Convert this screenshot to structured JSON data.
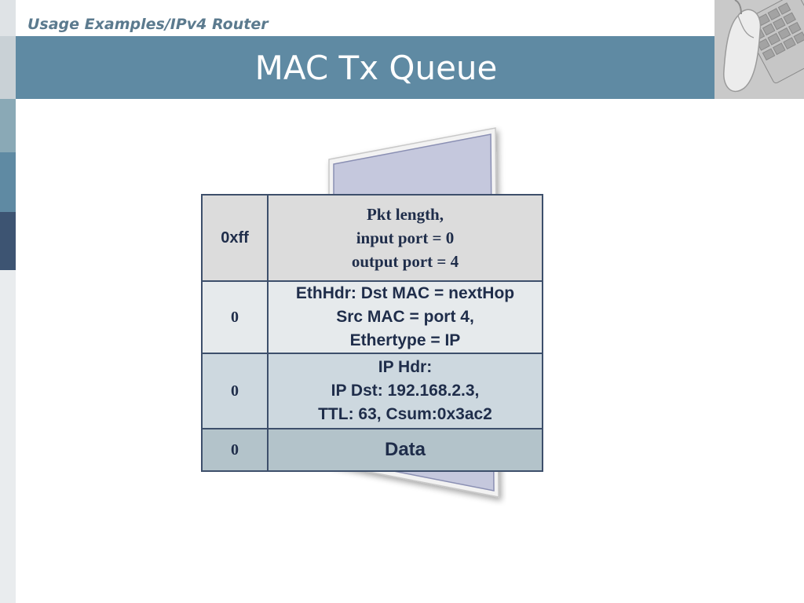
{
  "slide": {
    "breadcrumb": "Usage Examples/IPv4 Router",
    "title": "MAC Tx Queue"
  },
  "sidebar_colors": [
    "#dfe3e6",
    "#c9d1d6",
    "#8aa9b6",
    "#5f8aa3",
    "#3d5472",
    "#e9ecee"
  ],
  "accent_color": "#5f8aa3",
  "packet": {
    "rows": [
      {
        "ctrl": "0xff",
        "lines": [
          "Pkt length,",
          "input port = 0",
          "output port = 4"
        ]
      },
      {
        "ctrl": "0",
        "lines": [
          "EthHdr: Dst MAC = nextHop",
          "Src MAC = port 4,",
          "Ethertype = IP"
        ]
      },
      {
        "ctrl": "0",
        "lines": [
          "IP Hdr:",
          "IP Dst: 192.168.2.3,",
          "TTL: 63, Csum:0x3ac2"
        ]
      },
      {
        "ctrl": "0",
        "lines": [
          "Data"
        ]
      }
    ]
  }
}
